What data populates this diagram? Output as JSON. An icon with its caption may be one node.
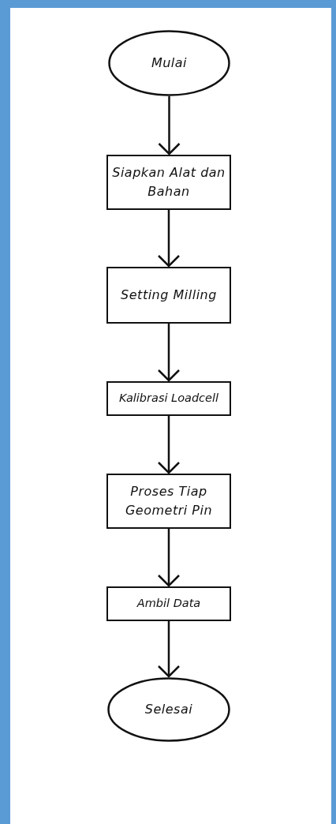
{
  "diagram": {
    "nodes": [
      {
        "text": [
          "Mulai"
        ]
      },
      {
        "text": [
          "Siapkan Alat dan Bahan"
        ]
      },
      {
        "text": [
          "Setting Milling"
        ]
      },
      {
        "text": [
          "Kalibrasi Loadcell"
        ]
      },
      {
        "text": [
          "Proses Tiap Geometri Pin"
        ]
      },
      {
        "text": [
          "Ambil Data"
        ]
      },
      {
        "text": [
          "Selesai"
        ]
      }
    ],
    "edges": [
      {
        "from": 0,
        "to": 1,
        "arrow": "to"
      },
      {
        "from": 1,
        "to": 2,
        "arrow": "to"
      },
      {
        "from": 2,
        "to": 3,
        "arrow": "to"
      },
      {
        "from": 3,
        "to": 4,
        "arrow": "to"
      },
      {
        "from": 4,
        "to": 5,
        "arrow": "to"
      },
      {
        "from": 5,
        "to": 6,
        "arrow": "to"
      }
    ]
  }
}
